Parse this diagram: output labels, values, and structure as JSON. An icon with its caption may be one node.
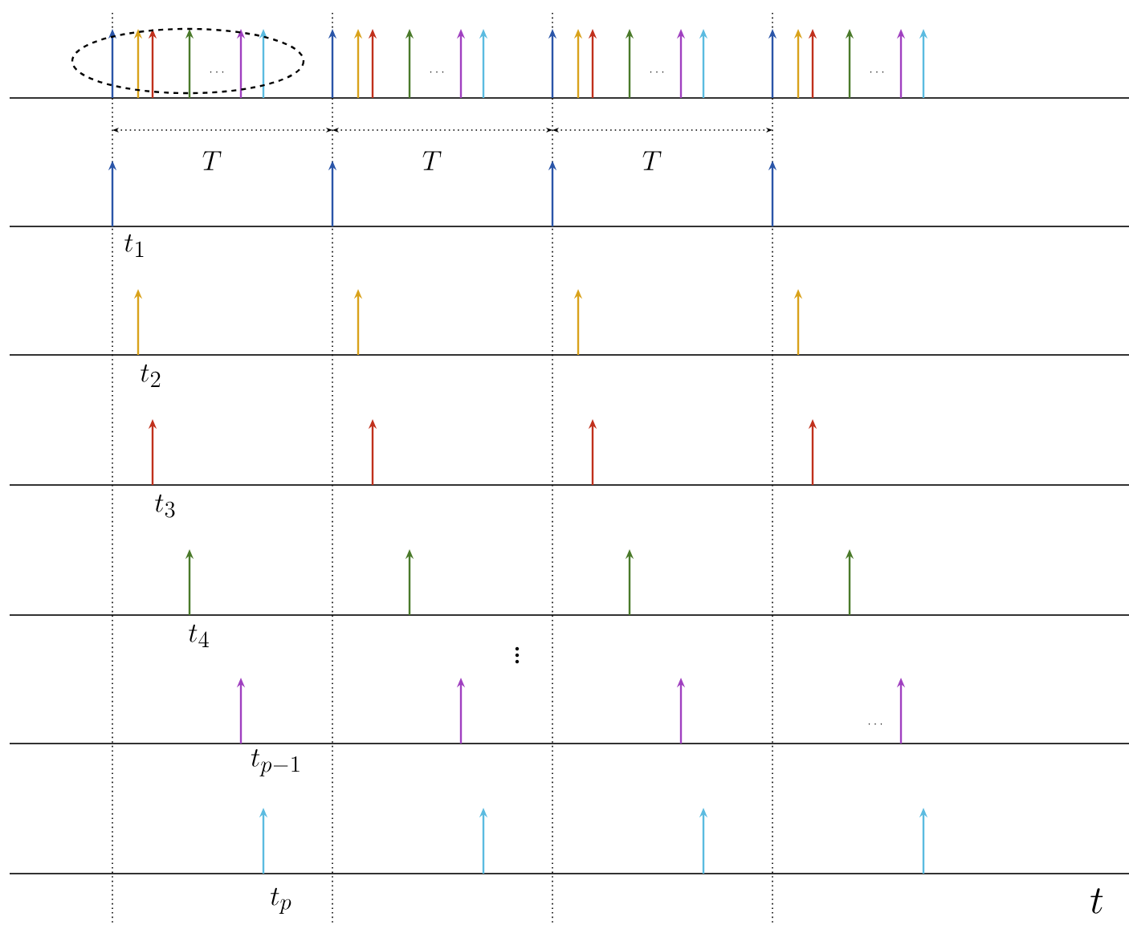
{
  "diagram": {
    "labels": [
      "\\cdots",
      "\\cdots",
      "\\cdots",
      "\\cdots",
      "T",
      "T",
      "T",
      "t_1",
      "t_2",
      "t_3",
      "t_4",
      "\\vdots",
      "\\cdots",
      "t_{p-1}",
      "t_p",
      "t"
    ]
  }
}
